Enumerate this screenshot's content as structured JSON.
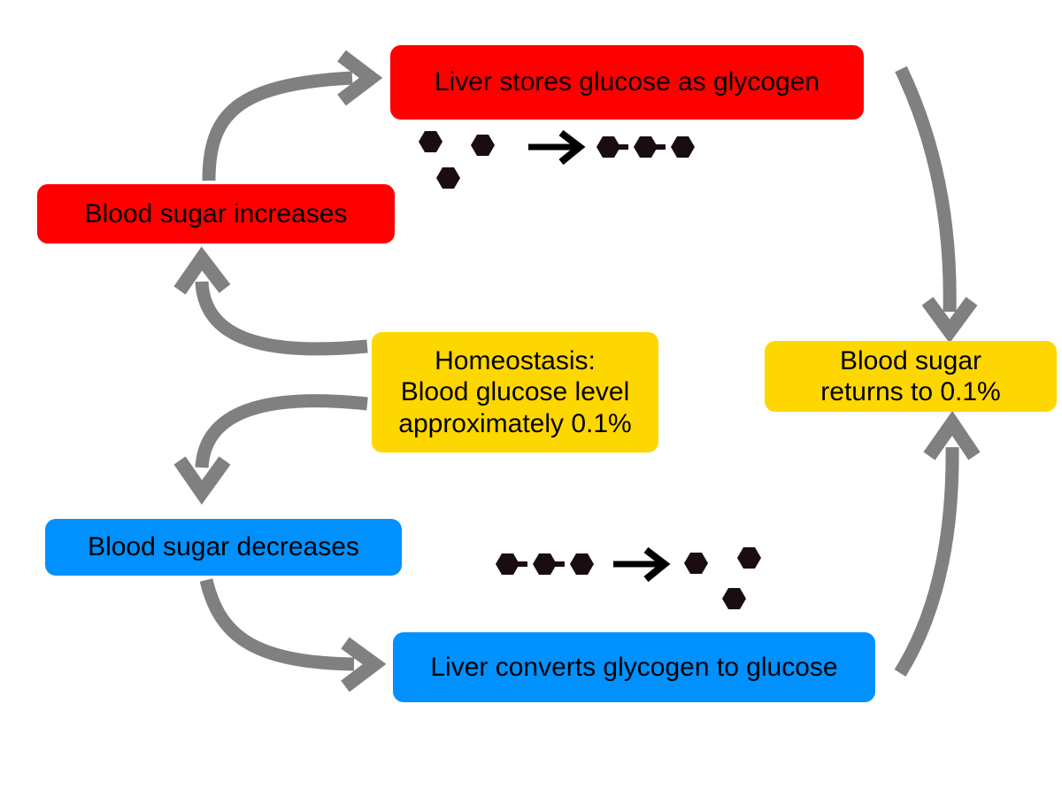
{
  "diagram": {
    "title": "Blood glucose homeostasis negative feedback loop",
    "background_color": "#ffffff",
    "arrow_color": "#808080",
    "molecule_color": "#1a0d12",
    "reaction_arrow_color": "#000000"
  },
  "nodes": {
    "liver_stores": {
      "label": "Liver stores glucose as glycogen",
      "color": "#ff0000",
      "role": "effector-high"
    },
    "sugar_increases": {
      "label": "Blood sugar increases",
      "color": "#ff0000",
      "role": "stimulus-high"
    },
    "homeostasis": {
      "label": "Homeostasis:\nBlood glucose level\napproximately 0.1%",
      "line1": "Homeostasis:",
      "line2": "Blood glucose level",
      "line3": "approximately 0.1%",
      "color": "#ffd700",
      "role": "set-point"
    },
    "returns": {
      "label": "Blood sugar\nreturns to 0.1%",
      "line1": "Blood sugar",
      "line2": "returns to 0.1%",
      "color": "#ffd700",
      "role": "response"
    },
    "sugar_decreases": {
      "label": "Blood sugar decreases",
      "color": "#0091ff",
      "role": "stimulus-low"
    },
    "liver_converts": {
      "label": "Liver converts glycogen to glucose",
      "color": "#0091ff",
      "role": "effector-low"
    }
  },
  "molecules": {
    "top_reaction": {
      "name": "glucose-to-glycogen",
      "left_label": "3 free glucose hexagons",
      "left_count": 3,
      "right_label": "glycogen chain of 3 linked hexagons",
      "right_count": 3,
      "arrow": "right-arrow"
    },
    "bottom_reaction": {
      "name": "glycogen-to-glucose",
      "left_label": "glycogen chain of 3 linked hexagons",
      "left_count": 3,
      "right_label": "3 free glucose hexagons",
      "right_count": 3,
      "arrow": "right-arrow"
    }
  },
  "connectors": [
    {
      "name": "sugar-increases-to-liver-stores",
      "from": "sugar_increases",
      "to": "liver_stores",
      "style": "curved-gray-arrow"
    },
    {
      "name": "liver-stores-to-returns",
      "from": "liver_stores",
      "to": "returns",
      "style": "curved-gray-arrow"
    },
    {
      "name": "homeostasis-to-sugar-increases",
      "from": "homeostasis",
      "to": "sugar_increases",
      "style": "curved-gray-arrow"
    },
    {
      "name": "homeostasis-to-sugar-decreases",
      "from": "homeostasis",
      "to": "sugar_decreases",
      "style": "curved-gray-arrow"
    },
    {
      "name": "sugar-decreases-to-liver-converts",
      "from": "sugar_decreases",
      "to": "liver_converts",
      "style": "curved-gray-arrow"
    },
    {
      "name": "liver-converts-to-returns",
      "from": "liver_converts",
      "to": "returns",
      "style": "curved-gray-arrow"
    }
  ]
}
